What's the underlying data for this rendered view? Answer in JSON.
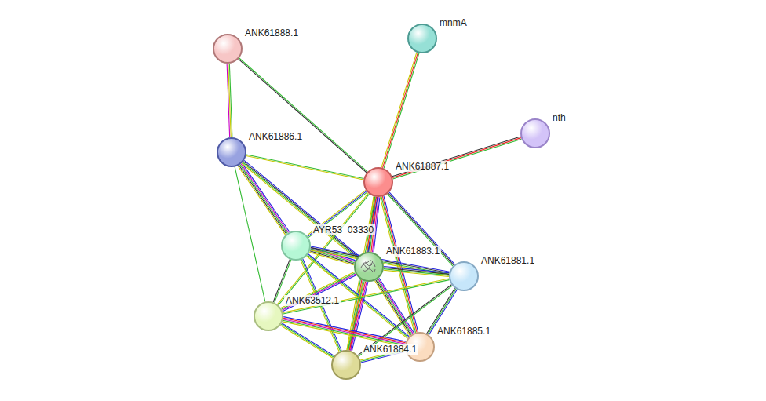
{
  "diagram": {
    "nodes": [
      {
        "text": [
          "ANK61888.1"
        ]
      },
      {
        "text": [
          "mnmA"
        ]
      },
      {
        "text": [
          "nth"
        ]
      },
      {
        "text": [
          "ANK61886.1"
        ]
      },
      {
        "text": [
          "ANK61887.1"
        ]
      },
      {
        "text": [
          "AYR53_03330"
        ]
      },
      {
        "text": [
          "ANK61883.1"
        ]
      },
      {
        "text": [
          "ANK61881.1"
        ]
      },
      {
        "text": [
          "ANK63512.1"
        ]
      },
      {
        "text": [
          "ANK61885.1"
        ]
      },
      {
        "text": [
          "ANK61884.1"
        ]
      }
    ],
    "edges": [
      {
        "from": 0,
        "to": 3,
        "arrow": "none"
      },
      {
        "from": 0,
        "to": 4,
        "arrow": "none"
      },
      {
        "from": 1,
        "to": 4,
        "arrow": "none"
      },
      {
        "from": 2,
        "to": 4,
        "arrow": "none"
      },
      {
        "from": 3,
        "to": 4,
        "arrow": "none"
      },
      {
        "from": 3,
        "to": 5,
        "arrow": "none"
      },
      {
        "from": 3,
        "to": 6,
        "arrow": "none"
      },
      {
        "from": 3,
        "to": 8,
        "arrow": "none"
      },
      {
        "from": 4,
        "to": 5,
        "arrow": "none"
      },
      {
        "from": 4,
        "to": 6,
        "arrow": "none"
      },
      {
        "from": 4,
        "to": 7,
        "arrow": "none"
      },
      {
        "from": 4,
        "to": 8,
        "arrow": "none"
      },
      {
        "from": 4,
        "to": 9,
        "arrow": "none"
      },
      {
        "from": 4,
        "to": 10,
        "arrow": "none"
      },
      {
        "from": 5,
        "to": 6,
        "arrow": "none"
      },
      {
        "from": 5,
        "to": 7,
        "arrow": "none"
      },
      {
        "from": 5,
        "to": 8,
        "arrow": "none"
      },
      {
        "from": 5,
        "to": 9,
        "arrow": "none"
      },
      {
        "from": 5,
        "to": 10,
        "arrow": "none"
      },
      {
        "from": 6,
        "to": 7,
        "arrow": "none"
      },
      {
        "from": 6,
        "to": 8,
        "arrow": "none"
      },
      {
        "from": 6,
        "to": 9,
        "arrow": "none"
      },
      {
        "from": 6,
        "to": 10,
        "arrow": "none"
      },
      {
        "from": 7,
        "to": 8,
        "arrow": "none"
      },
      {
        "from": 7,
        "to": 9,
        "arrow": "none"
      },
      {
        "from": 7,
        "to": 10,
        "arrow": "none"
      },
      {
        "from": 8,
        "to": 9,
        "arrow": "none"
      },
      {
        "from": 8,
        "to": 10,
        "arrow": "none"
      },
      {
        "from": 9,
        "to": 10,
        "arrow": "none"
      }
    ]
  }
}
